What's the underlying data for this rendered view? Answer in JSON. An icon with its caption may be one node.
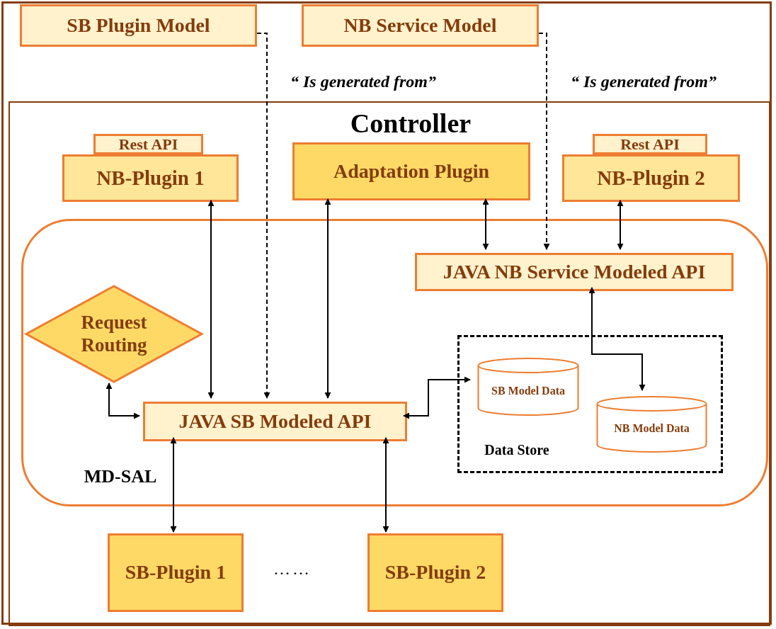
{
  "diagram": {
    "nodes": [
      {
        "text": [
          "SB  Plugin Model"
        ]
      },
      {
        "text": [
          "NB Service Model"
        ]
      },
      {
        "text": [
          "Controller"
        ]
      },
      {
        "text": [
          "Rest API"
        ],
        "in": 2
      },
      {
        "text": [
          "NB-Plugin 1"
        ],
        "in": 2
      },
      {
        "text": [
          "Adaptation Plugin"
        ],
        "in": 2
      },
      {
        "text": [
          "Rest API"
        ],
        "in": 2
      },
      {
        "text": [
          "NB-Plugin 2"
        ],
        "in": 2
      },
      {
        "text": [
          "MD-SAL"
        ],
        "in": 2
      },
      {
        "text": [
          "JAVA NB Service Modeled  API"
        ],
        "in": 8
      },
      {
        "text": [
          "Request Routing"
        ],
        "in": 8
      },
      {
        "text": [
          "Data Store"
        ],
        "in": 8
      },
      {
        "text": [
          "SB Model Data"
        ],
        "in": 11
      },
      {
        "text": [
          "NB Model Data"
        ],
        "in": 11
      },
      {
        "text": [
          "JAVA SB Modeled API"
        ],
        "in": 8
      },
      {
        "text": [
          "SB-Plugin 1"
        ],
        "in": 2
      },
      {
        "text": [
          "SB-Plugin 2"
        ],
        "in": 2
      }
    ],
    "edges": [
      {
        "from": 0,
        "to": 14,
        "arrow": "to",
        "style": "dashed"
      },
      {
        "from": 1,
        "to": 9,
        "arrow": "to",
        "style": "dashed"
      },
      {
        "from": 4,
        "to": 14,
        "arrow": "both"
      },
      {
        "from": 5,
        "to": 14,
        "arrow": "both"
      },
      {
        "from": 5,
        "to": 9,
        "arrow": "both"
      },
      {
        "from": 7,
        "to": 9,
        "arrow": "both"
      },
      {
        "from": 10,
        "to": 14,
        "arrow": "both"
      },
      {
        "from": 14,
        "to": 12,
        "arrow": "both"
      },
      {
        "from": 9,
        "to": 13,
        "arrow": "both"
      },
      {
        "from": 14,
        "to": 15,
        "arrow": "both"
      },
      {
        "from": 14,
        "to": 16,
        "arrow": "both"
      }
    ],
    "labels": [
      "“ Is generated from”",
      "“ Is generated from”",
      "……"
    ]
  }
}
